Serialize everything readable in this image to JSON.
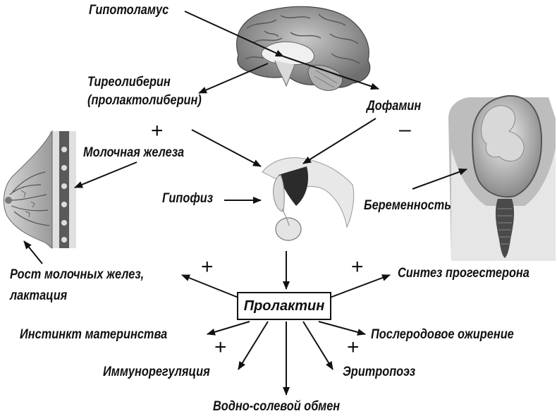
{
  "labels": {
    "hypothalamus": "Гипотоламус",
    "thyroliberin_line1": "Тиреолиберин",
    "thyroliberin_line2": "(пролактолиберин)",
    "dopamine": "Дофамин",
    "mammary_gland": "Молочная железа",
    "pituitary": "Гипофиз",
    "pregnancy": "Беременность",
    "prolactin": "Пролактин",
    "growth_line1": "Рост  молочных желез,",
    "growth_line2": "лактация",
    "progesterone": "Синтез прогестерона",
    "maternal": "Инстинкт материнства",
    "obesity": "Послеродовое ожирение",
    "immuno": "Иммунорегуляция",
    "erythro": "Эритропоэз",
    "water_salt": "Водно-солевой обмен"
  },
  "signs": {
    "plus": "+",
    "minus": "–"
  },
  "icons": [
    "brain-illustration",
    "pituitary-illustration",
    "breast-illustration",
    "uterus-fetus-illustration"
  ]
}
